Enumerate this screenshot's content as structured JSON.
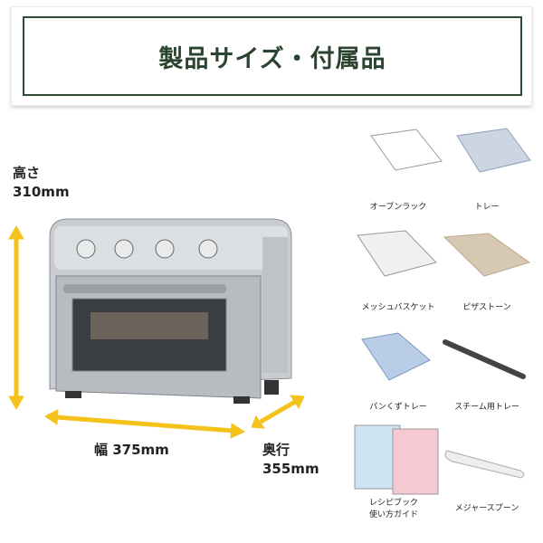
{
  "header": {
    "title": "製品サイズ・付属品"
  },
  "dimensions": {
    "height_label": "高さ",
    "height_value": "310mm",
    "width_label": "幅 375mm",
    "depth_label": "奥行",
    "depth_value": "355mm",
    "arrow_color": "#f5c21b"
  },
  "accessories": [
    {
      "label": "オーブンラック",
      "icon": "oven-rack-icon"
    },
    {
      "label": "トレー",
      "icon": "tray-icon"
    },
    {
      "label": "メッシュバスケット",
      "icon": "mesh-basket-icon"
    },
    {
      "label": "ピザストーン",
      "icon": "pizza-stone-icon"
    },
    {
      "label": "パンくずトレー",
      "icon": "crumb-tray-icon"
    },
    {
      "label": "スチーム用トレー",
      "icon": "steam-tray-icon"
    },
    {
      "label": "レシピブック",
      "label2": "使い方ガイド",
      "icon": "recipe-book-icon"
    },
    {
      "label": "メジャースプーン",
      "icon": "measuring-spoon-icon"
    }
  ],
  "brand_color": "#2f4a35"
}
